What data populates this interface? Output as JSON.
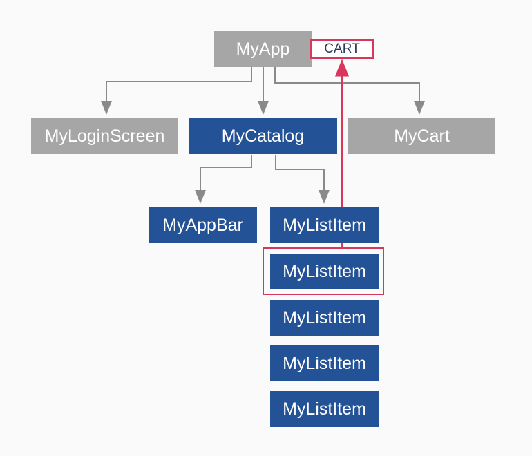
{
  "diagram": {
    "root": {
      "label": "MyApp",
      "tag": "CART"
    },
    "level1": [
      {
        "label": "MyLoginScreen",
        "style": "inactive"
      },
      {
        "label": "MyCatalog",
        "style": "active"
      },
      {
        "label": "MyCart",
        "style": "inactive"
      }
    ],
    "catalog_children": {
      "app_bar": "MyAppBar",
      "list_items": [
        "MyListItem",
        "MyListItem",
        "MyListItem",
        "MyListItem",
        "MyListItem"
      ]
    },
    "highlighted_list_item_index": 1
  },
  "colors": {
    "inactive_node": "#a6a6a6",
    "active_node": "#245296",
    "connector": "#8a8a8a",
    "highlight": "#d8375b",
    "background": "#fafafa"
  }
}
